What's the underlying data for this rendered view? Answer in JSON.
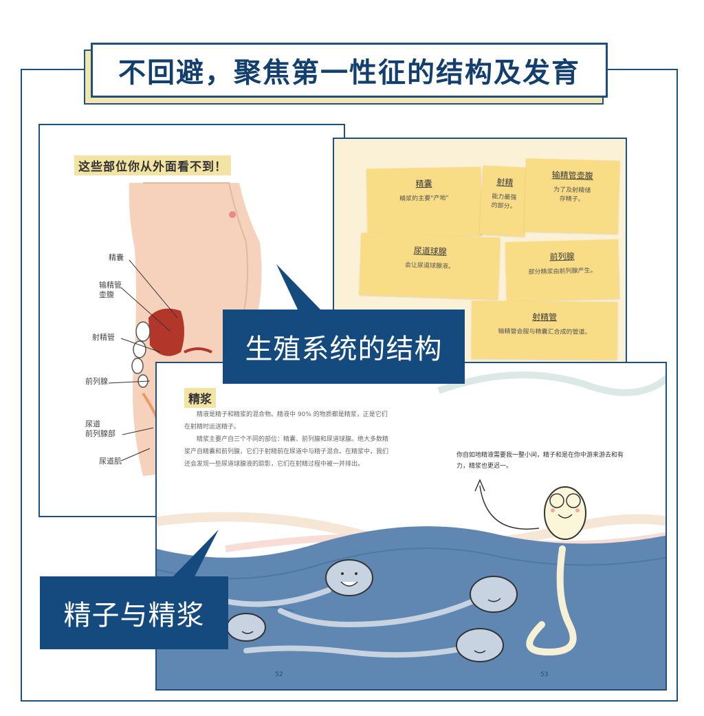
{
  "banner": {
    "title": "不回避，聚焦第一性征的结构及发育"
  },
  "anatomy_page": {
    "heading": "这些部位你从外面看不到！",
    "labels": [
      {
        "name": "label-seminal-vesicle",
        "text": "精囊"
      },
      {
        "name": "label-ampulla",
        "text": "输精管\n壶腹"
      },
      {
        "name": "label-ejaculatory-duct",
        "text": "射精管"
      },
      {
        "name": "label-prostate",
        "text": "前列腺"
      },
      {
        "name": "label-bulbourethral",
        "text": "尿道\n前列腺部"
      },
      {
        "name": "label-sphincter",
        "text": "尿道肌"
      }
    ]
  },
  "notes_page": {
    "notes": [
      {
        "title": "精囊",
        "desc": "精浆的主要\"产地\""
      },
      {
        "title": "射精",
        "desc": "能力最强\n的部分。"
      },
      {
        "title": "输精管壶腹",
        "desc": "为了及射精储\n存精子。"
      },
      {
        "title": "尿道球腺",
        "desc": "会让尿道球腺液。"
      },
      {
        "title": "前列腺",
        "desc": "部分精浆由前列腺产生。"
      },
      {
        "title": "射精管",
        "desc": "输精管会服与精囊汇合成的管道。"
      }
    ]
  },
  "labels": {
    "structure": "生殖系统的结构",
    "sperm": "精子与精浆"
  },
  "semen_page": {
    "heading": "精浆",
    "paragraphs": [
      "精液是精子和精浆的混合物。精液中 90% 的物质都是精浆，正是它们在射精时运送精子。",
      "精浆主要产自三个不同的部位：精囊、前列腺和尿道球腺。绝大多数精浆产自精囊和前列腺，它们于射精前在尿道中与精子混合。在精浆中，我们还会发现一些尿道球腺液的踪影，它们在射精过程中被一并排出。"
    ],
    "speech": "你自如地精液需要我一整小间，精子和是在你中游来游去和有力，精浆也更迟一。",
    "page_left": "52",
    "page_right": "53"
  },
  "colors": {
    "navy": "#154a7e",
    "frame": "#1f4f7a",
    "note_yellow": "#f9dd86",
    "water": "#5f87b2",
    "highlight": "#f3e4a4"
  }
}
